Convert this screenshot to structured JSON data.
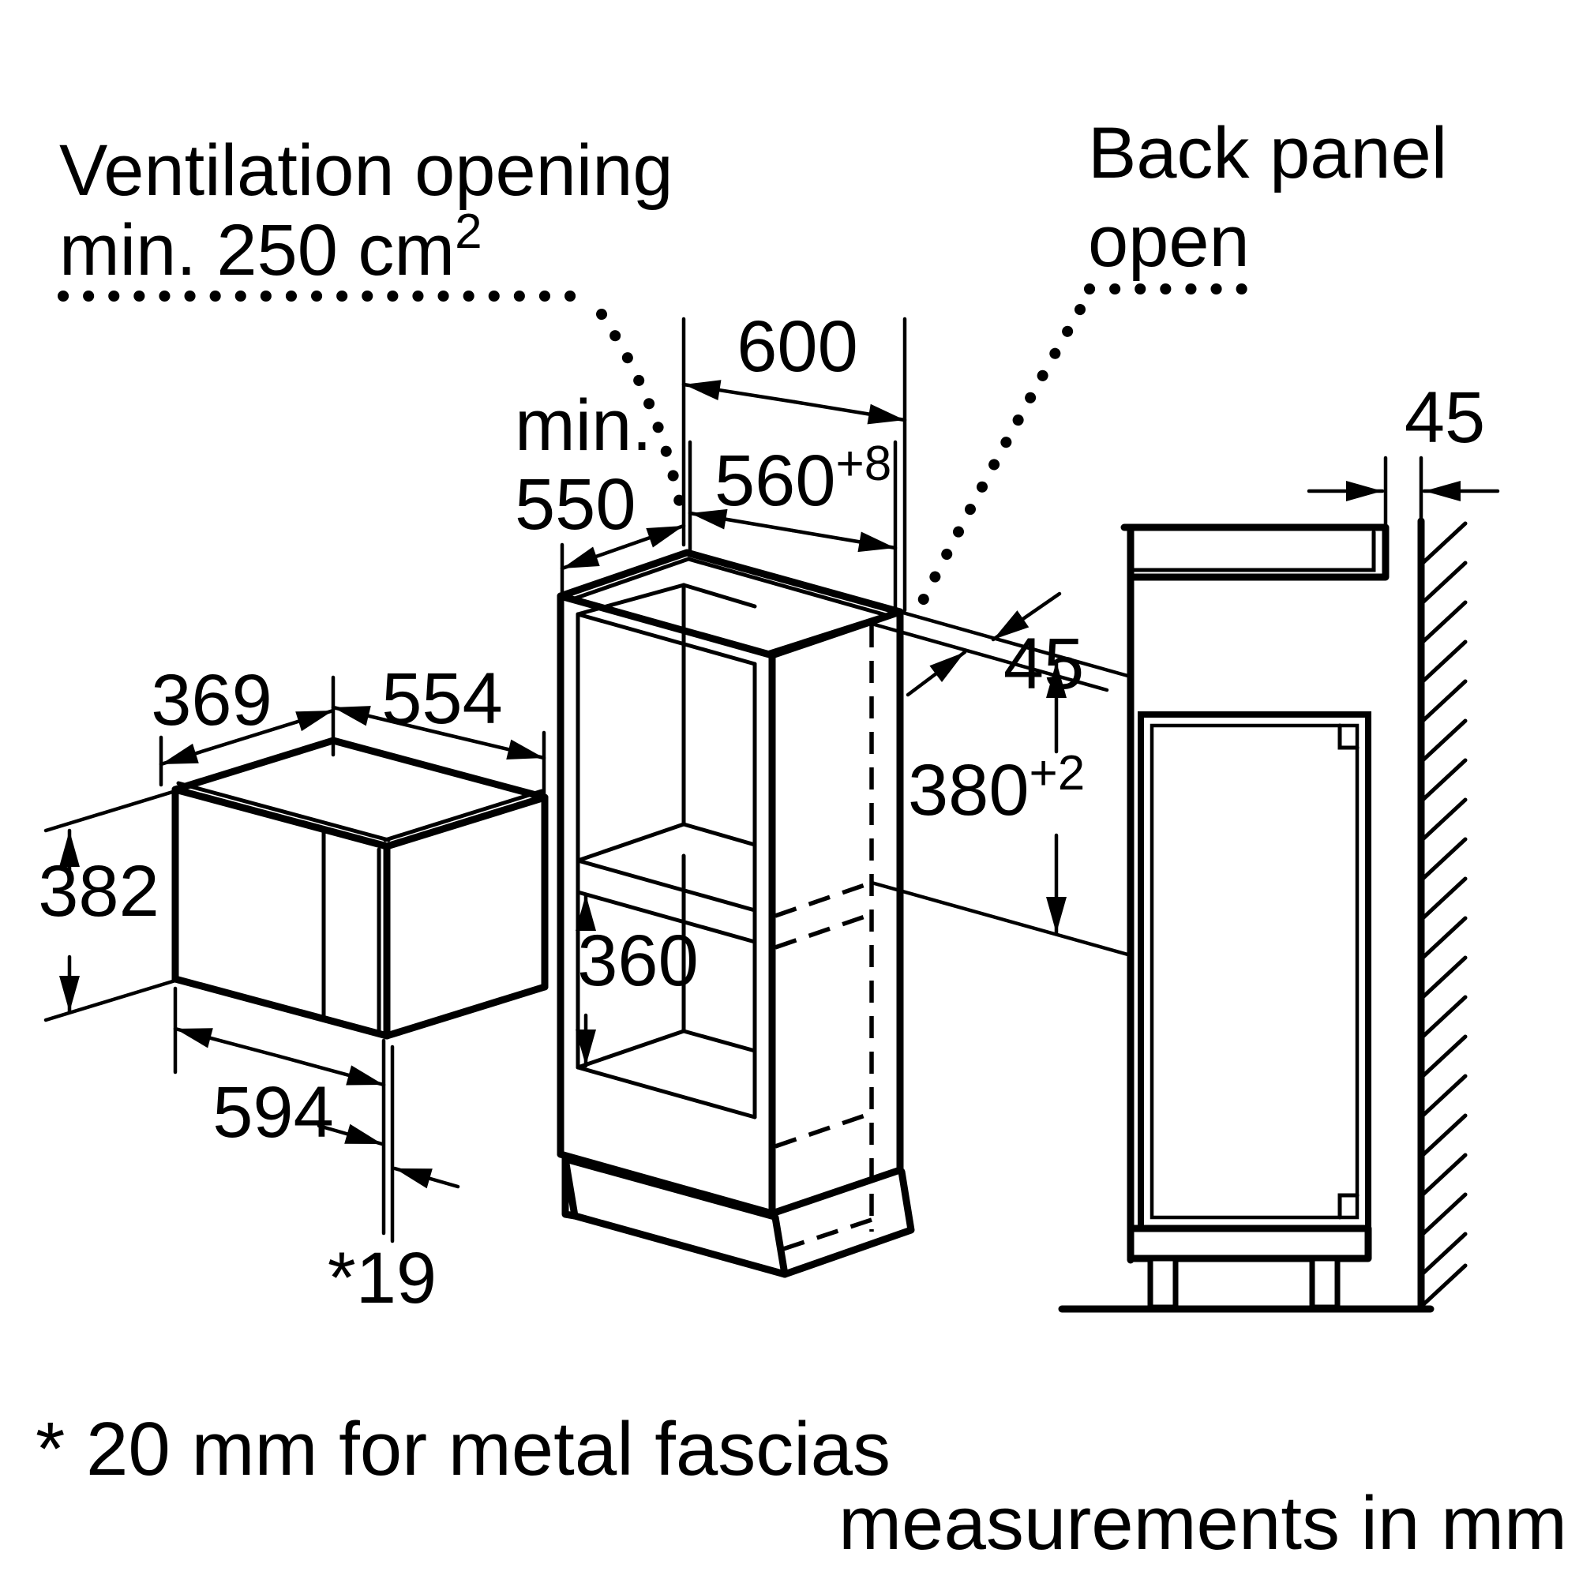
{
  "annotations": {
    "ventilation_line1": "Ventilation opening",
    "ventilation_line2": "min. 250 cm",
    "ventilation_sup": "2",
    "back_panel_line1": "Back panel",
    "back_panel_line2": "open",
    "footnote": "* 20 mm for metal fascias",
    "units": "measurements in mm"
  },
  "dimensions": {
    "cabinet_width": "600",
    "niche_width": "560",
    "niche_width_tol": "+8",
    "min_depth_line1": "min.",
    "min_depth_line2": "550",
    "appliance_depth": "369",
    "appliance_width": "554",
    "appliance_height": "382",
    "appliance_front_width": "594",
    "fascia_clearance": "*19",
    "compartment_height": "360",
    "niche_height": "380",
    "niche_height_tol": "+2",
    "back_gap": "45",
    "wall_gap": "45"
  },
  "colors": {
    "ink": "#000000",
    "background": "#ffffff"
  }
}
